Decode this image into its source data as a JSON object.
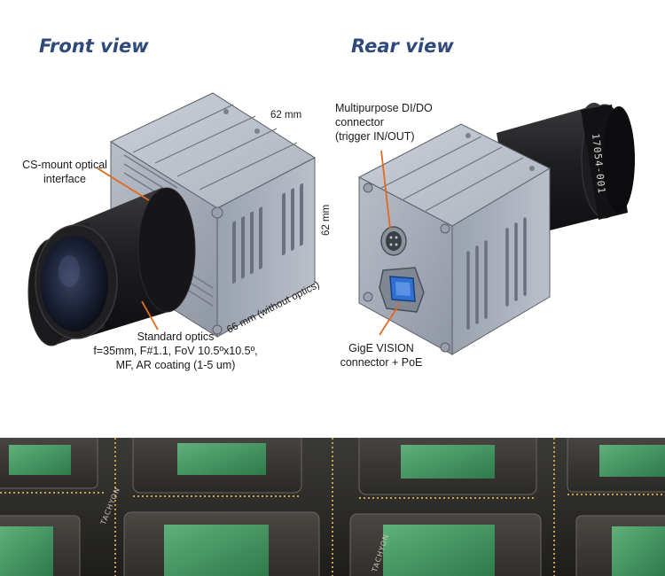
{
  "front": {
    "title": "Front view",
    "labels": {
      "cs_mount": "CS-mount optical interface",
      "optics_l1": "Standard optics",
      "optics_l2": "f=35mm, F#1.1, FoV 10.5ºx10.5º,",
      "optics_l3": "MF, AR coating (1-5 um)"
    },
    "dimensions": {
      "top": "62 mm",
      "side": "62 mm",
      "depth": "66 mm (without optics)"
    }
  },
  "rear": {
    "title": "Rear view",
    "labels": {
      "dio_l1": "Multipurpose DI/DO",
      "dio_l2": "connector",
      "dio_l3": "(trigger IN/OUT)",
      "gige_l1": "GigE VISION",
      "gige_l2": "connector + PoE"
    },
    "lens_text": "17054-001"
  },
  "photo": {
    "chip_label": "TACHYON"
  },
  "colors": {
    "title": "#2f4a7a",
    "callout": "#e06a1f",
    "body_gray": "#a9b1bd",
    "lens_black": "#1c1c1e",
    "connector_blue": "#2f6fd0"
  }
}
